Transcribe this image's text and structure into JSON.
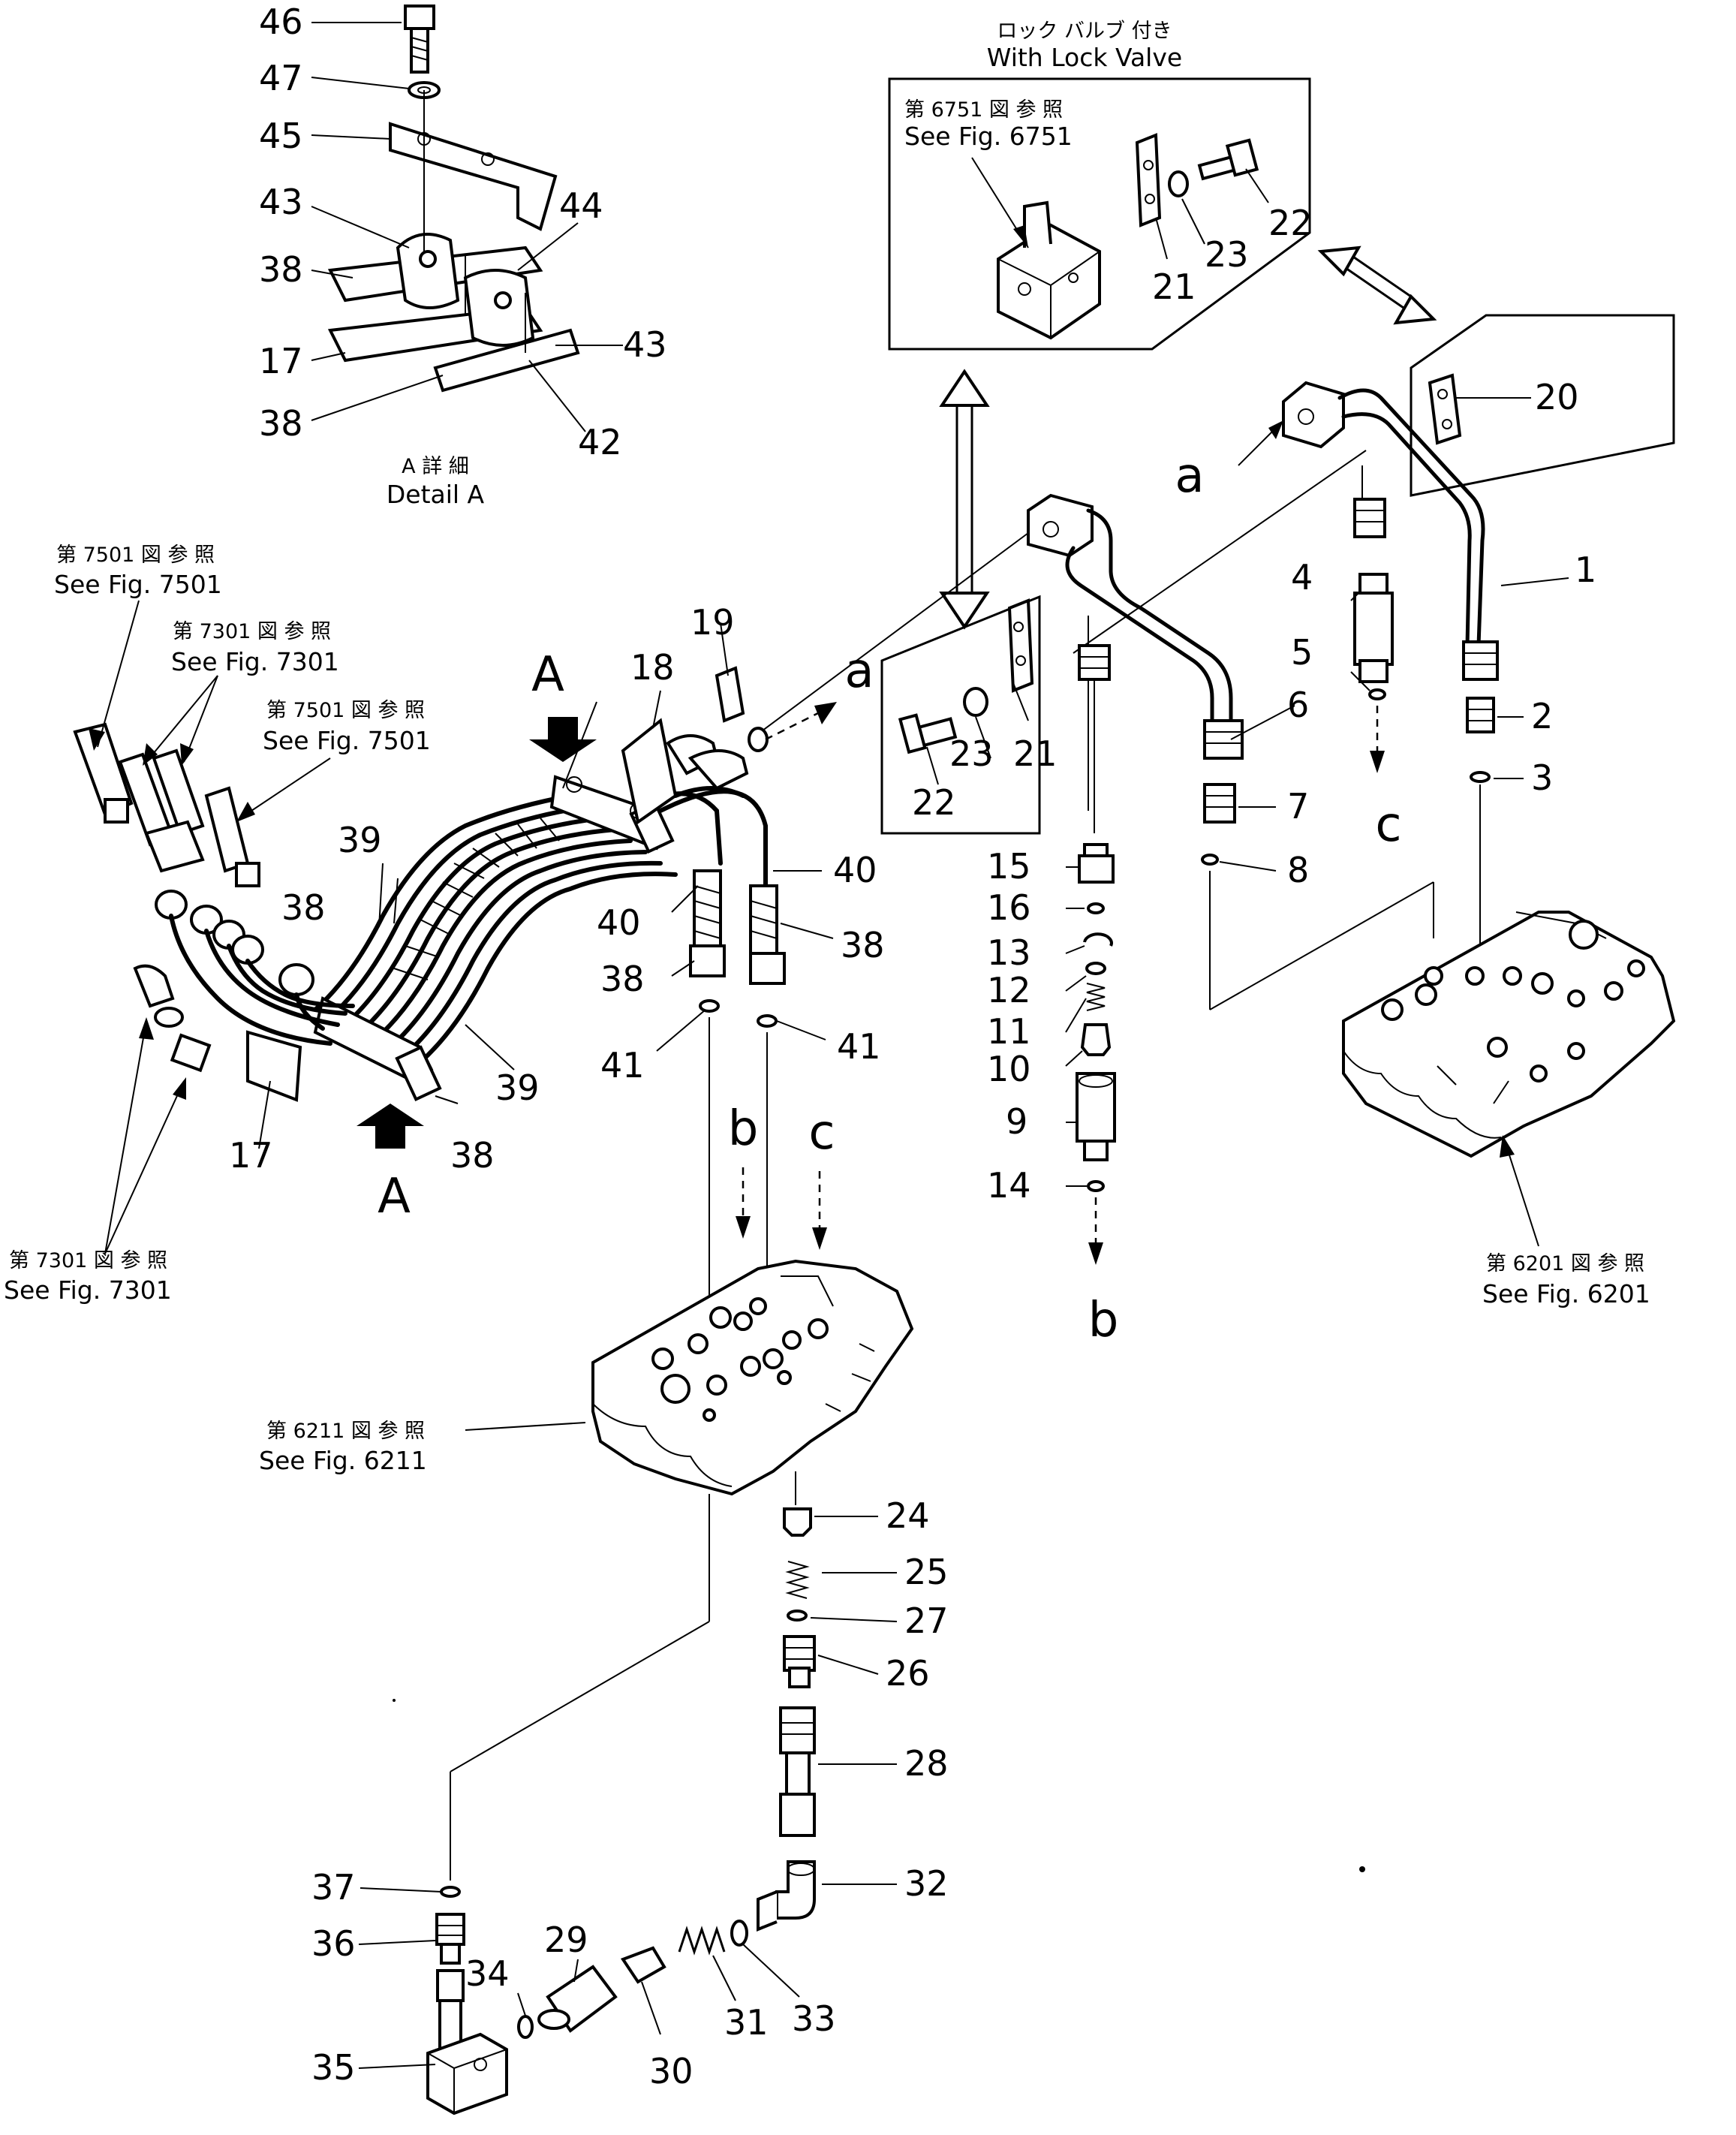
{
  "captions": {
    "lock_valve_jp": "ロック バルブ 付き",
    "lock_valve_en": "With Lock Valve",
    "detail_a_jp": "A 詳 細",
    "detail_a_en": "Detail A",
    "ref_6751_jp": "第 6751 図 参 照",
    "ref_6751_en": "See Fig. 6751",
    "ref_7501_jp": "第 7501 図 参 照",
    "ref_7501_en": "See Fig. 7501",
    "ref_7301_jp": "第 7301 図 参 照",
    "ref_7301_en": "See Fig. 7301",
    "ref_6201_jp": "第 6201 図 参 照",
    "ref_6201_en": "See Fig. 6201",
    "ref_6211_jp": "第 6211 図 参 照",
    "ref_6211_en": "See Fig. 6211"
  },
  "view_letters": {
    "view_a": "A",
    "conn_a": "a",
    "conn_b": "b",
    "conn_c": "c"
  },
  "part_numbers": [
    "1",
    "2",
    "3",
    "4",
    "5",
    "6",
    "7",
    "8",
    "9",
    "10",
    "11",
    "12",
    "13",
    "14",
    "15",
    "16",
    "17",
    "18",
    "19",
    "20",
    "21",
    "22",
    "23",
    "24",
    "25",
    "26",
    "27",
    "28",
    "29",
    "30",
    "31",
    "32",
    "33",
    "34",
    "35",
    "36",
    "37",
    "38",
    "39",
    "40",
    "41",
    "42",
    "43",
    "44",
    "45",
    "46",
    "47"
  ]
}
